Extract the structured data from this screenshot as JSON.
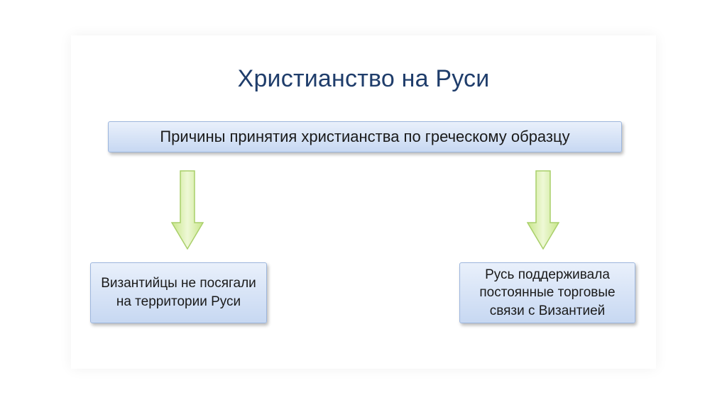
{
  "title": "Христианство на Руси",
  "top_box": {
    "label": "Причины принятия христианства по греческому образцу"
  },
  "left_box": {
    "label": "Византийцы не посягали на территории Руси"
  },
  "right_box": {
    "label": "Русь поддерживала постоянные торговые связи с Византией"
  },
  "colors": {
    "title": "#1f3d6b",
    "box_fill_top": "#e9f0fb",
    "box_fill_bottom": "#c7d8f2",
    "box_border": "#9db6dd",
    "arrow_fill": "#dcf0b2",
    "arrow_stroke": "#a9cf6a"
  },
  "icons": {
    "left_arrow": "arrow-down-icon",
    "right_arrow": "arrow-down-icon"
  }
}
